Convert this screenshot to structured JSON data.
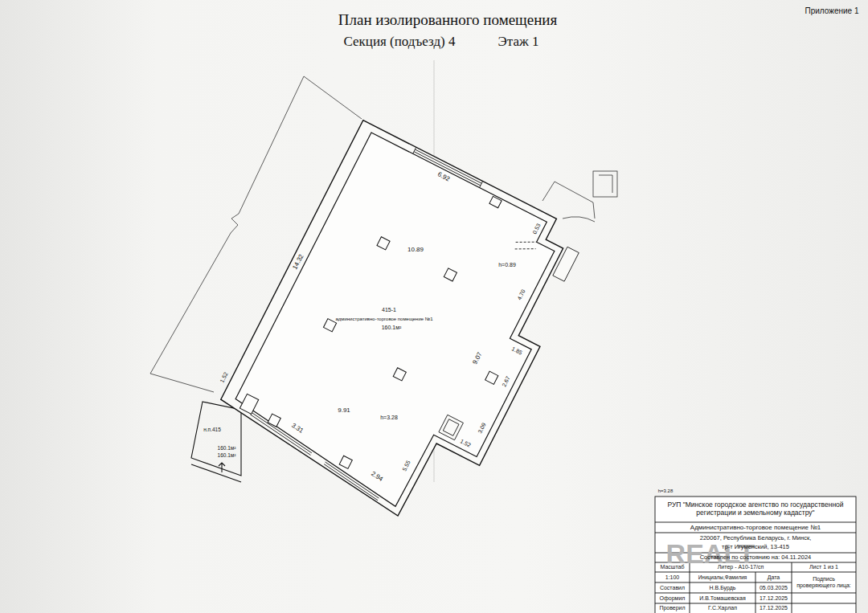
{
  "diagram": {
    "title": "План изолированного помещения",
    "labels": [
      "Приложение 1",
      "Секция (подъезд) 4",
      "Этаж 1",
      "6.92",
      "0.53",
      "h=0.89",
      "10.89",
      "14.32",
      "4.70",
      "415-1",
      "административно-торговое помещение №1",
      "160.1м²",
      "9.07",
      "1.85",
      "2.67",
      "3.09",
      "1.52",
      "5.55",
      "9.91",
      "h=3.28",
      "3.31",
      "2.94",
      "1.52",
      "н.п.415",
      "160.1м²",
      "160.1м²",
      "h=3.28",
      "РУП \"Минское городское агентство по государственной регистрации и земельному кадастру\"",
      "Административно-торговое помещение №1",
      "220067, Республика Беларусь, г. Минск,",
      "тр-т Игуменский, 13-415",
      "Составлен по состоянию на: 04.11.2024",
      "Масштаб",
      "Литер - А10-17/сп",
      "Лист 1 из 1",
      "1:100",
      "Инициалы,Фамилия",
      "Дата",
      "Подпись проверяющего лица:",
      "Составил",
      "Н.В.Бурдь",
      "05.03.2025",
      "Оформил",
      "И.В.Томашевская",
      "17.12.2025",
      "Проверил",
      "Г.С.Харлап",
      "17.12.2025",
      "REALT"
    ]
  }
}
